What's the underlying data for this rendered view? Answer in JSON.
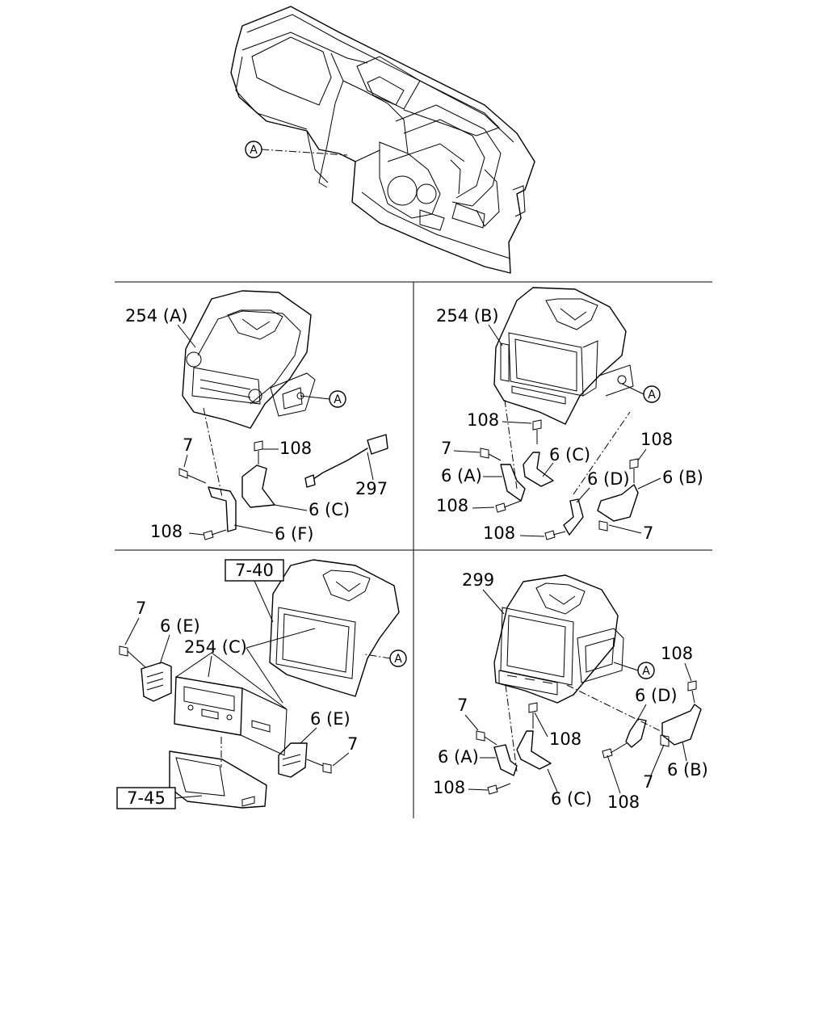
{
  "callouts": {
    "a_top": "A",
    "a_p1": "A",
    "a_p2": "A",
    "a_p3": "A",
    "a_p4": "A"
  },
  "panel1": {
    "unit": "254 (A)",
    "bolt_7": "7",
    "bolt_108_a": "108",
    "bolt_108_b": "108",
    "bracket_c": "6 (C)",
    "bracket_f": "6 (F)",
    "cable": "297"
  },
  "panel2": {
    "unit": "254 (B)",
    "bolt_108_a": "108",
    "bolt_7_a": "7",
    "bracket_a": "6 (A)",
    "bracket_c": "6 (C)",
    "bolt_108_b": "108",
    "bolt_108_c": "108",
    "bracket_d": "6 (D)",
    "bracket_b": "6 (B)",
    "bolt_108_d": "108",
    "bolt_7_b": "7"
  },
  "panel3": {
    "ref_top": "7-40",
    "bolt_7_a": "7",
    "bracket_e_a": "6 (E)",
    "unit": "254 (C)",
    "bracket_e_b": "6 (E)",
    "bolt_7_b": "7",
    "ref_bottom": "7-45"
  },
  "panel4": {
    "unit": "299",
    "bolt_108_a": "108",
    "bracket_d": "6 (D)",
    "bolt_7_a": "7",
    "bolt_108_b": "108",
    "bracket_a": "6 (A)",
    "bolt_108_c": "108",
    "bracket_c": "6 (C)",
    "bolt_108_d": "108",
    "bolt_7_b": "7",
    "bracket_b": "6 (B)"
  }
}
